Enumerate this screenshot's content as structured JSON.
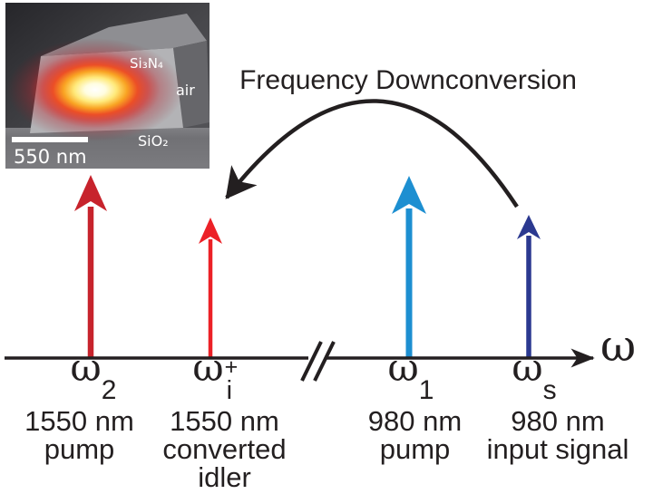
{
  "colors": {
    "ink": "#231f20",
    "pump_1550": "#c7232c",
    "idler_1550": "#ec2127",
    "pump_980": "#1d8fd1",
    "signal_980": "#2b3990"
  },
  "heading": {
    "title": "Frequency Downconversion"
  },
  "inset": {
    "material_top": "Si₃N₄",
    "material_right": "air",
    "material_bottom": "SiO₂",
    "scale_bar": "550 nm"
  },
  "axis": {
    "symbol": "ω"
  },
  "columns": [
    {
      "omega": "ω",
      "sub": "2",
      "line1": "1550 nm",
      "line2": "pump"
    },
    {
      "omega": "ω",
      "sub": "i",
      "sup": "+",
      "line1": "1550 nm",
      "line2": "converted",
      "line3": "idler"
    },
    {
      "omega": "ω",
      "sub": "1",
      "line1": "980 nm",
      "line2": "pump"
    },
    {
      "omega": "ω",
      "sub": "s",
      "line1": "980 nm",
      "line2": "input signal"
    }
  ]
}
